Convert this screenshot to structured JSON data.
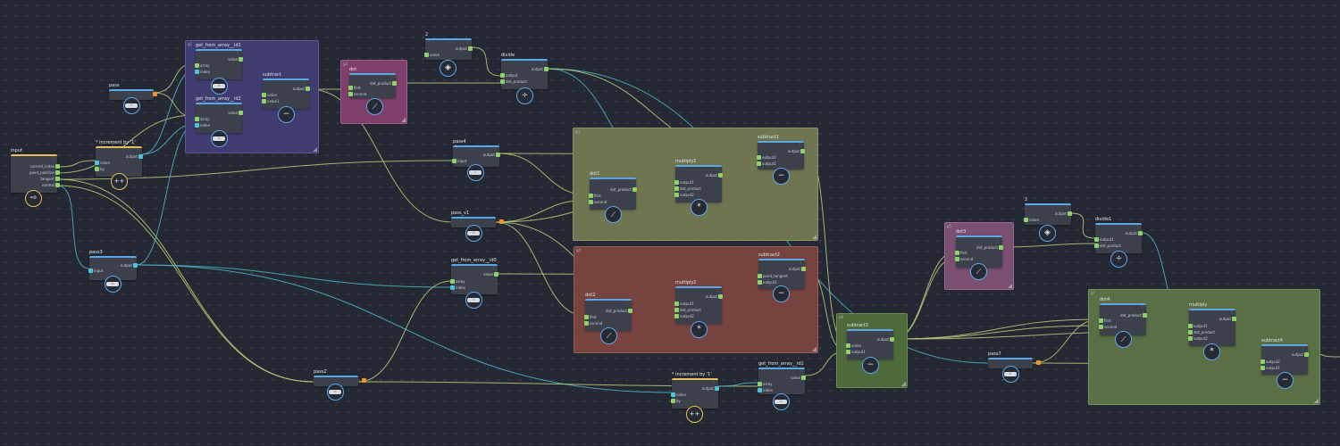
{
  "groups": [
    {
      "id": "g1",
      "label": "g1",
      "color": "#3f3c6f",
      "border": "#5b5799"
    },
    {
      "id": "g2",
      "label": "g2",
      "color": "#7e3f6a",
      "border": "#a75990"
    },
    {
      "id": "g3",
      "label": "g3",
      "color": "#6f7550",
      "border": "#8c9366"
    },
    {
      "id": "g4",
      "label": "g4",
      "color": "#77433f",
      "border": "#9a5a55"
    },
    {
      "id": "g5",
      "label": "g5",
      "color": "#7a4f70",
      "border": "#9b6a8f"
    },
    {
      "id": "g6",
      "label": "g6",
      "color": "#4e6a3a",
      "border": "#6a8a50"
    },
    {
      "id": "g7",
      "label": "g7",
      "color": "#5a6f45",
      "border": "#768f5c"
    }
  ],
  "nodes": {
    "input": {
      "title": "input",
      "ports_out": [
        "current_index",
        "point_position",
        "tangent",
        "normal"
      ],
      "icon": "⇨"
    },
    "increment_a": {
      "title": "* increment by '1'",
      "ports_in": [
        "value",
        "by"
      ],
      "ports_out": [
        "output"
      ],
      "icon": "++"
    },
    "pass": {
      "title": "pass",
      "pill": "▭"
    },
    "pass3": {
      "title": "pass3",
      "ports_in": [
        "input"
      ],
      "ports_out": [
        "output"
      ],
      "pill": "▭"
    },
    "get_from_array_id1": {
      "title": "get_from_array__id1",
      "ports_in": [
        "array",
        "index"
      ],
      "ports_out": [
        "value"
      ],
      "pill": "▭"
    },
    "get_from_array_id2": {
      "title": "get_from_array__id2",
      "ports_in": [
        "array",
        "index"
      ],
      "ports_out": [
        "value"
      ],
      "pill": "▭"
    },
    "subtract": {
      "title": "subtract",
      "ports_in": [
        "value",
        "value1"
      ],
      "ports_out": [
        "output"
      ],
      "icon": "−"
    },
    "dot": {
      "title": "dot",
      "ports_in": [
        "first",
        "second"
      ],
      "ports_out": [
        "dot_product"
      ],
      "icon": "⟋"
    },
    "two_a": {
      "title": "2",
      "ports_in": [
        "value"
      ],
      "ports_out": [
        "output"
      ],
      "icon": "◈"
    },
    "divide": {
      "title": "divide",
      "ports_in": [
        "output",
        "dot_product"
      ],
      "ports_out": [
        "output"
      ],
      "icon": "÷"
    },
    "pass4": {
      "title": "pass4",
      "ports_in": [
        "input"
      ],
      "ports_out": [
        "output"
      ],
      "pill": "▭"
    },
    "pass_v1": {
      "title": "pass_v1",
      "pill": "▭"
    },
    "dot1": {
      "title": "dot1",
      "ports_in": [
        "first",
        "second"
      ],
      "ports_out": [
        "dot_product"
      ],
      "icon": "⟋"
    },
    "multiply1": {
      "title": "multiply1",
      "ports_in": [
        "output1",
        "dot_product",
        "output2"
      ],
      "ports_out": [
        "output"
      ],
      "icon": "*"
    },
    "subtract1": {
      "title": "subtract1",
      "ports_in": [
        "output2",
        "output1"
      ],
      "ports_out": [
        "output"
      ],
      "icon": "−"
    },
    "get_from_array_id0": {
      "title": "get_from_array__id0",
      "ports_in": [
        "array",
        "index"
      ],
      "ports_out": [
        "value"
      ],
      "pill": "▭"
    },
    "dot2": {
      "title": "dot2",
      "ports_in": [
        "first",
        "second"
      ],
      "ports_out": [
        "dot_product"
      ],
      "icon": "⟋"
    },
    "multiply2": {
      "title": "multiply2",
      "ports_in": [
        "output1",
        "dot_product",
        "output2"
      ],
      "ports_out": [
        "output"
      ],
      "icon": "*"
    },
    "subtract2": {
      "title": "subtract2",
      "ports_in": [
        "point_tangent",
        "output1"
      ],
      "ports_out": [
        "output"
      ],
      "icon": "−"
    },
    "pass2": {
      "title": "pass2",
      "pill": "▭"
    },
    "increment_b": {
      "title": "* increment by '1'",
      "ports_in": [
        "value",
        "by"
      ],
      "ports_out": [
        "output"
      ],
      "icon": "++"
    },
    "get_from_array_id1b": {
      "title": "get_from_array__id1",
      "ports_in": [
        "array",
        "index"
      ],
      "ports_out": [
        "value"
      ],
      "pill": "▭"
    },
    "subtract3": {
      "title": "subtract3",
      "ports_in": [
        "value",
        "output1"
      ],
      "ports_out": [
        "output"
      ],
      "icon": "−"
    },
    "dot3": {
      "title": "dot3",
      "ports_in": [
        "first",
        "second"
      ],
      "ports_out": [
        "dot_product"
      ],
      "icon": "⟋"
    },
    "two_b": {
      "title": "2",
      "ports_in": [
        "value"
      ],
      "ports_out": [
        "output"
      ],
      "icon": "◈"
    },
    "divide1": {
      "title": "divide1",
      "ports_in": [
        "output1",
        "dot_product"
      ],
      "ports_out": [
        "output"
      ],
      "icon": "÷"
    },
    "pass7": {
      "title": "pass7",
      "pill": "▭"
    },
    "dot4": {
      "title": "dot4",
      "ports_in": [
        "first",
        "second"
      ],
      "ports_out": [
        "dot_product"
      ],
      "icon": "⟋"
    },
    "multiply": {
      "title": "multiply",
      "ports_in": [
        "output1",
        "dot_product",
        "output2"
      ],
      "ports_out": [
        "output"
      ],
      "icon": "*"
    },
    "subtract4": {
      "title": "subtract4",
      "ports_in": [
        "output2",
        "output1"
      ],
      "ports_out": [
        "output"
      ],
      "icon": "−"
    }
  },
  "colors": {
    "wire_green": "#b9cf7a",
    "wire_cyan": "#4fb5c9",
    "port_green": "#8fd16a",
    "port_orange": "#f0932b",
    "accent_blue": "#5aa9e6"
  }
}
